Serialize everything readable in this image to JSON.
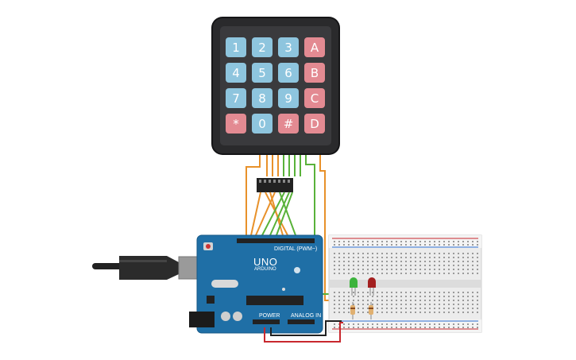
{
  "keypad": {
    "keys": [
      "1",
      "2",
      "3",
      "A",
      "4",
      "5",
      "6",
      "B",
      "7",
      "8",
      "9",
      "C",
      "*",
      "0",
      "#",
      "D"
    ]
  },
  "arduino": {
    "logo": "UNO",
    "brand": "ARDUINO",
    "digital_label": "DIGITAL (PWM~)",
    "power_label": "POWER",
    "analog_label": "ANALOG IN"
  },
  "colors": {
    "board": "#1f6fa6",
    "breadboard": "#e8e8e8",
    "wire_orange": "#e8912a",
    "wire_green": "#59b23a",
    "wire_red": "#c8282e",
    "wire_black": "#222222",
    "led_green": "#3cb33c",
    "led_red": "#a31f1f"
  }
}
